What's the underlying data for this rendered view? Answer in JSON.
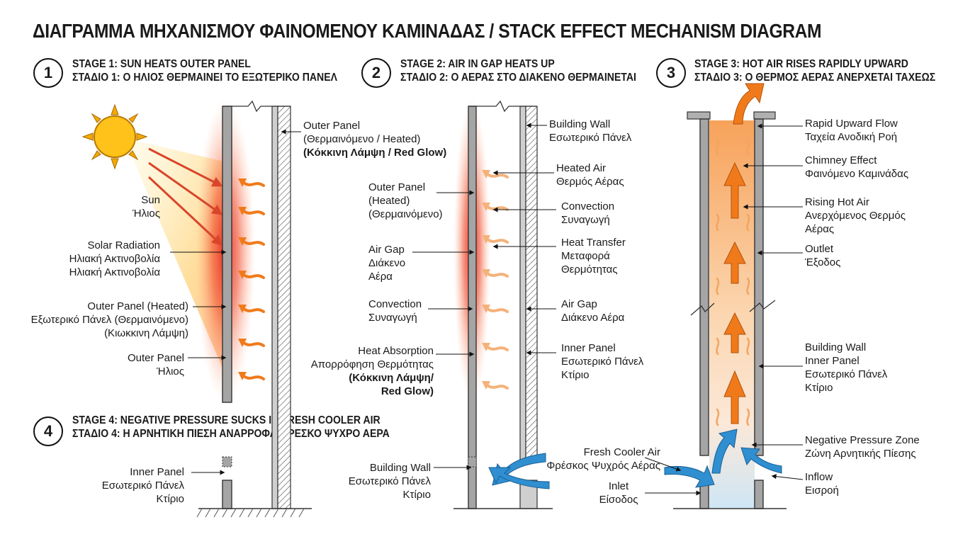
{
  "title": "ΔΙΑΓΡΑΜΜΑ ΜΗΧΑΝΙΣΜΟΥ ΦΑΙΝΟΜΕΝΟΥ ΚΑΜΙΝΑΔΑΣ /  STACK EFFECT MECHANISM DIAGRAM",
  "stages": [
    {
      "num": "1",
      "en": "STAGE 1: SUN HEATS OUTER PANEL",
      "el": "ΣΤΑΔΙΟ 1: Ο ΗΛΙΟΣ ΘΕΡΜΑΙΝΕΙ ΤΟ ΕΞΩΤΕΡΙΚΟ ΠΑΝΕΛ"
    },
    {
      "num": "2",
      "en": "STAGE 2: AIR IN GAP HEATS UP",
      "el": "ΣΤΑΔΙΟ 2: Ο ΑΕΡΑΣ ΣΤΟ ΔΙΑΚΕΝΟ ΘΕΡΜΑΙΝΕΤΑΙ"
    },
    {
      "num": "3",
      "en": "STAGE 3: HOT AIR RISES RAPIDLY UPWARD",
      "el": "ΣΤΑΔΙΟ 3: Ο ΘΕΡΜΟΣ ΑΕΡΑΣ ΑΝΕΡΧΕΤΑΙ ΤΑΧΕΩΣ"
    },
    {
      "num": "4",
      "en": "STAGE 4: NEGATIVE PRESSURE SUCKS IN FRESH COOLER AIR",
      "el": "ΣΤΑΔΙΟ 4: Η ΑΡΝΗΤΙΚΗ ΠΙΕΣΗ ΑΝΑΡΡΟΦΑ ΦΡΕΣΚΟ ΨΥΧΡΟ ΑΕΡΑ"
    }
  ],
  "panel1": {
    "outer_panel_top": {
      "l1": "Outer Panel",
      "l2": "(Θερμαινόμενο / Heated)",
      "l3": "(Κόκκινη Λάμψη / Red Glow)"
    },
    "sun": {
      "l1": "Sun",
      "l2": "Ήλιος"
    },
    "solar": {
      "l1": "Solar Radiation",
      "l2": "Ηλιακή Ακτινοβολία",
      "l3": "Ηλιακή Ακτινοβολία"
    },
    "outer_heated": {
      "l1": "Outer Panel (Heated)",
      "l2": "Εξωτερικό Πάνελ (Θερμαινόμενο)",
      "l3": "(Κιωκκινη Λάμψη)"
    },
    "outer_panel": {
      "l1": "Outer Panel",
      "l2": "Ήλιος"
    },
    "inner_panel": {
      "l1": "Inner Panel",
      "l2": "Εσωτερικό Πάνελ",
      "l3": "Κτίριο"
    }
  },
  "panel2": {
    "building_wall_top": {
      "l1": "Building Wall",
      "l2": "Εσωτερικό Πάνελ"
    },
    "heated_air": {
      "l1": "Heated Air",
      "l2": "Θερμός Αέρας"
    },
    "outer_panel": {
      "l1": "Outer Panel",
      "l2": "(Heated)",
      "l3": "(Θερμαινόμενο)"
    },
    "convection_r": {
      "l1": "Convection",
      "l2": "Συναγωγή"
    },
    "heat_transfer": {
      "l1": "Heat Transfer",
      "l2": "Μεταφορά",
      "l3": "Θερμότητας"
    },
    "air_gap_l": {
      "l1": "Air Gap",
      "l2": "Διάκενο",
      "l3": "Αέρα"
    },
    "convection_l": {
      "l1": "Convection",
      "l2": "Συναγωγή"
    },
    "air_gap_r": {
      "l1": "Air Gap",
      "l2": "Διάκενο Αέρα"
    },
    "heat_absorption": {
      "l1": "Heat Absorption",
      "l2": "Απορρόφηση Θερμότητας",
      "l3": "(Κόκκινη Λάμψη/",
      "l4": "Red Glow)"
    },
    "inner_panel": {
      "l1": "Inner Panel",
      "l2": "Εσωτερικό Πάνελ",
      "l3": "Κτίριο"
    },
    "building_wall_bottom": {
      "l1": "Building Wall",
      "l2": "Εσωτερικό Πάνελ",
      "l3": "Κτίριο"
    }
  },
  "panel3": {
    "rapid_flow": {
      "l1": "Rapid Upward Flow",
      "l2": "Ταχεία Ανοδική Ροή"
    },
    "chimney": {
      "l1": "Chimney Effect",
      "l2": "Φαινόμενο Καμινάδας"
    },
    "rising": {
      "l1": "Rising Hot Air",
      "l2": "Ανερχόμενος Θερμός",
      "l3": "Αέρας"
    },
    "outlet": {
      "l1": "Outlet",
      "l2": "Έξοδος"
    },
    "building_wall": {
      "l1": "Building Wall",
      "l2": "Inner Panel",
      "l3": "Εσωτερικό Πάνελ",
      "l4": "Κτίριο"
    },
    "fresh_air": {
      "l1": "Fresh Cooler Air",
      "l2": "Φρέσκος Ψυχρός Αέρας"
    },
    "neg_pressure": {
      "l1": "Negative Pressure Zone",
      "l2": "Ζώνη Αρνητικής Πίεσης"
    },
    "inflow": {
      "l1": "Inflow",
      "l2": "Εισροή"
    },
    "inlet": {
      "l1": "Inlet",
      "l2": "Είσοδος"
    }
  },
  "colors": {
    "hot": "#f07a1a",
    "glow": "#e8231e",
    "cool": "#2f8fd0",
    "panel": "#9a9a9a"
  }
}
